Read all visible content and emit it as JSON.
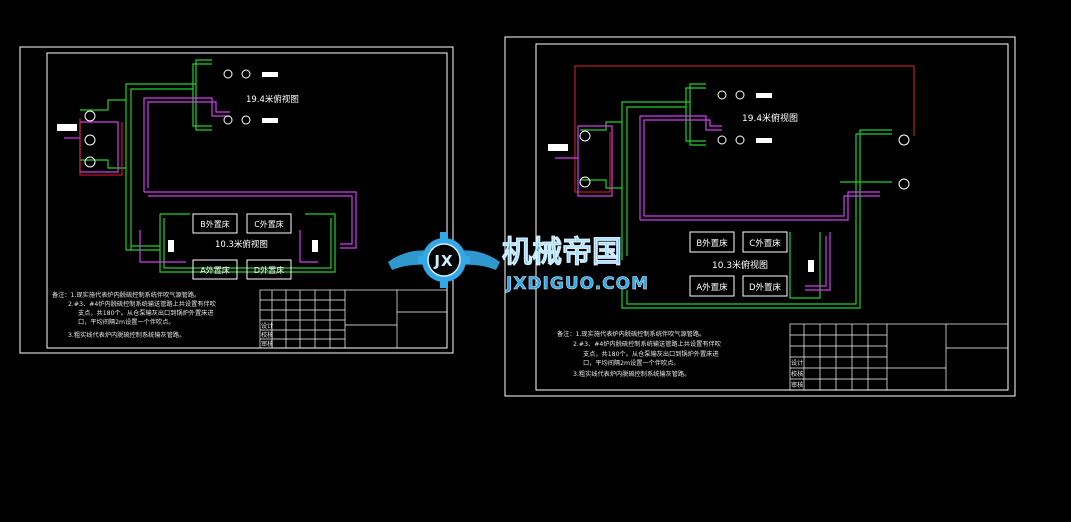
{
  "sheets": [
    {
      "top_view_label": "19.4米俯视图",
      "mid_view_label": "10.3米俯视图",
      "units": [
        "B外置床",
        "C外置床",
        "A外置床",
        "D外置床"
      ],
      "notes": [
        "备注：1.现实施代表炉内脱硫控制系统伴吹气源管路。",
        "2.#3、#4炉内脱硫控制系统输送管路上共设置有伴吹",
        "支点，共180个。从仓泵输灰出口到锅炉外置床进",
        "口，平均间隔2m设置一个伴吹点。",
        "3.粗实线代表炉内脱硫控制系统输灰管路。"
      ],
      "title_block_rows": [
        "设计",
        "校核",
        "审核"
      ]
    },
    {
      "top_view_label": "19.4米俯视图",
      "mid_view_label": "10.3米俯视图",
      "units": [
        "B外置床",
        "C外置床",
        "A外置床",
        "D外置床"
      ],
      "notes": [
        "备注：1.现实施代表炉内脱硫控制系统伴吹气源管路。",
        "2.#3、#4炉内脱硫控制系统输送管路上共设置有伴吹",
        "支点，共180个。从仓泵输灰出口到锅炉外置床进",
        "口，平均间隔2m设置一个伴吹点。",
        "3.粗实线代表炉内脱硫控制系统输灰管路。"
      ],
      "title_block_rows": [
        "设计",
        "校核",
        "审核"
      ]
    }
  ],
  "watermark": {
    "logo_letters": "JX",
    "cn": "机械帝国",
    "en": "JXDIGUO.COM"
  },
  "colors": {
    "background": "#000000",
    "frame": "#ffffff",
    "green_pipe": "#1fd12a",
    "magenta_pipe": "#d23cf0",
    "red_pipe": "#e0202e",
    "watermark": "#33a8e6"
  }
}
